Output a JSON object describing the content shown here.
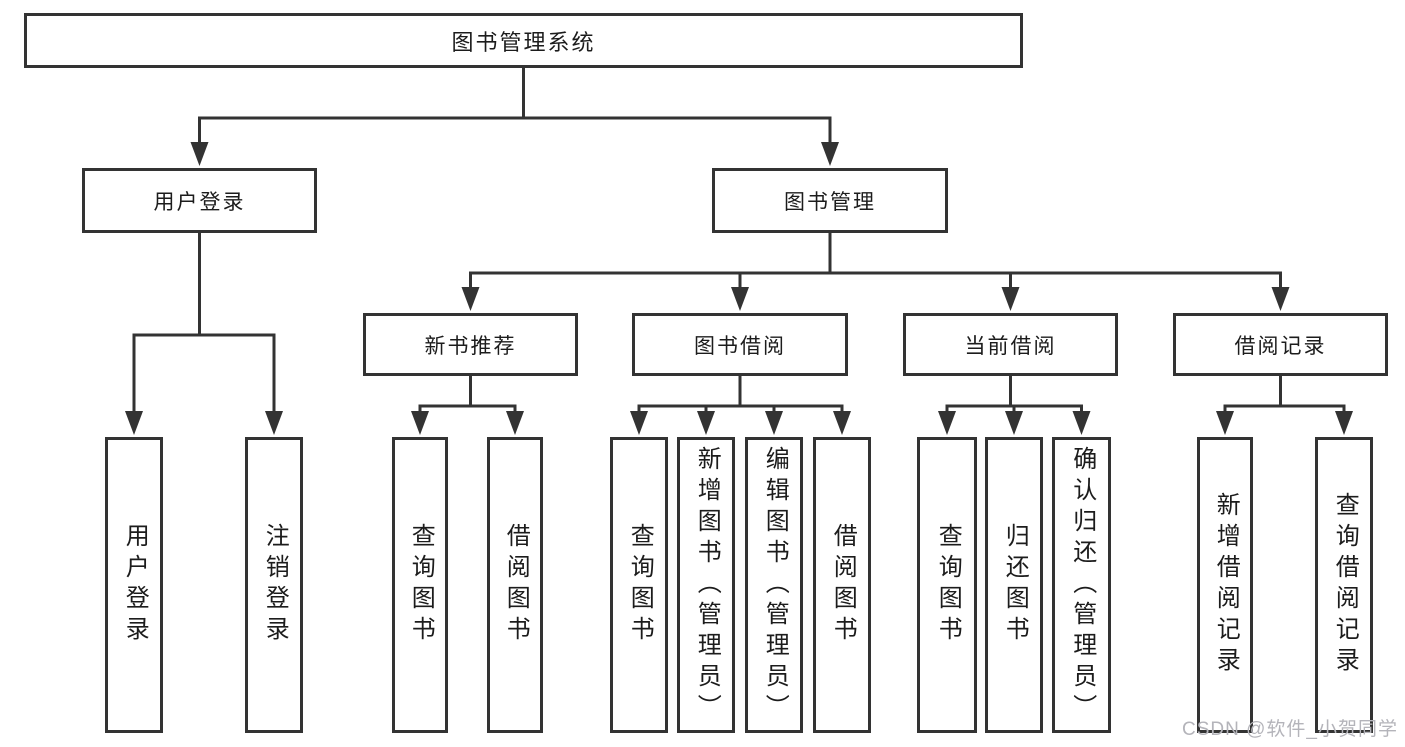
{
  "diagram_type": "hierarchy-tree",
  "watermark": "CSDN @软件_小贺同学",
  "colors": {
    "line": "#333333",
    "border": "#333333",
    "text": "#1c1c1c",
    "watermark": "#b4b4ba",
    "background": "#ffffff"
  },
  "nodes": {
    "root": "图书管理系统",
    "user_login": "用户登录",
    "book_mgmt": "图书管理",
    "ul_login": "用户登录",
    "ul_logout": "注销登录",
    "new_book": "新书推荐",
    "book_borrow": "图书借阅",
    "current_borrow": "当前借阅",
    "borrow_record": "借阅记录",
    "nb_query": "查询图书",
    "nb_borrow": "借阅图书",
    "bb_query": "查询图书",
    "bb_add": "新增图书（管理员）",
    "bb_edit": "编辑图书（管理员）",
    "bb_borrow": "借阅图书",
    "cb_query": "查询图书",
    "cb_return": "归还图书",
    "cb_confirm": "确认归还（管理员）",
    "br_add": "新增借阅记录",
    "br_query": "查询借阅记录"
  },
  "edges": [
    [
      "root",
      "user_login"
    ],
    [
      "root",
      "book_mgmt"
    ],
    [
      "user_login",
      "ul_login"
    ],
    [
      "user_login",
      "ul_logout"
    ],
    [
      "book_mgmt",
      "new_book"
    ],
    [
      "book_mgmt",
      "book_borrow"
    ],
    [
      "book_mgmt",
      "current_borrow"
    ],
    [
      "book_mgmt",
      "borrow_record"
    ],
    [
      "new_book",
      "nb_query"
    ],
    [
      "new_book",
      "nb_borrow"
    ],
    [
      "book_borrow",
      "bb_query"
    ],
    [
      "book_borrow",
      "bb_add"
    ],
    [
      "book_borrow",
      "bb_edit"
    ],
    [
      "book_borrow",
      "bb_borrow"
    ],
    [
      "current_borrow",
      "cb_query"
    ],
    [
      "current_borrow",
      "cb_return"
    ],
    [
      "current_borrow",
      "cb_confirm"
    ],
    [
      "borrow_record",
      "br_add"
    ],
    [
      "borrow_record",
      "br_query"
    ]
  ]
}
